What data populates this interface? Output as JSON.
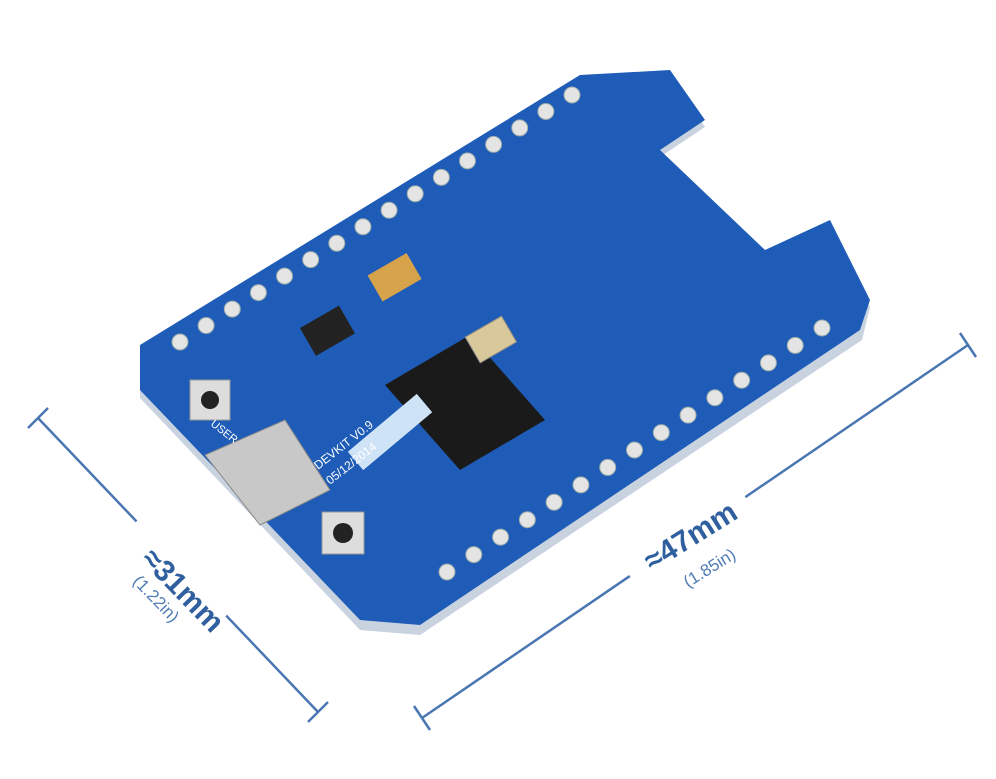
{
  "dimensions": {
    "width": {
      "label": "≈31mm",
      "sub": "(1.22in)"
    },
    "length": {
      "label": "≈47mm",
      "sub": "(1.85in)"
    }
  },
  "board": {
    "silkscreen_version": "DEVKIT V0.9",
    "silkscreen_date": "05/12/2014",
    "silkscreen_button": "USER"
  },
  "colors": {
    "pcb": "#1e5cb8",
    "dimension_line": "#4a76b2",
    "background": "#ffffff"
  }
}
